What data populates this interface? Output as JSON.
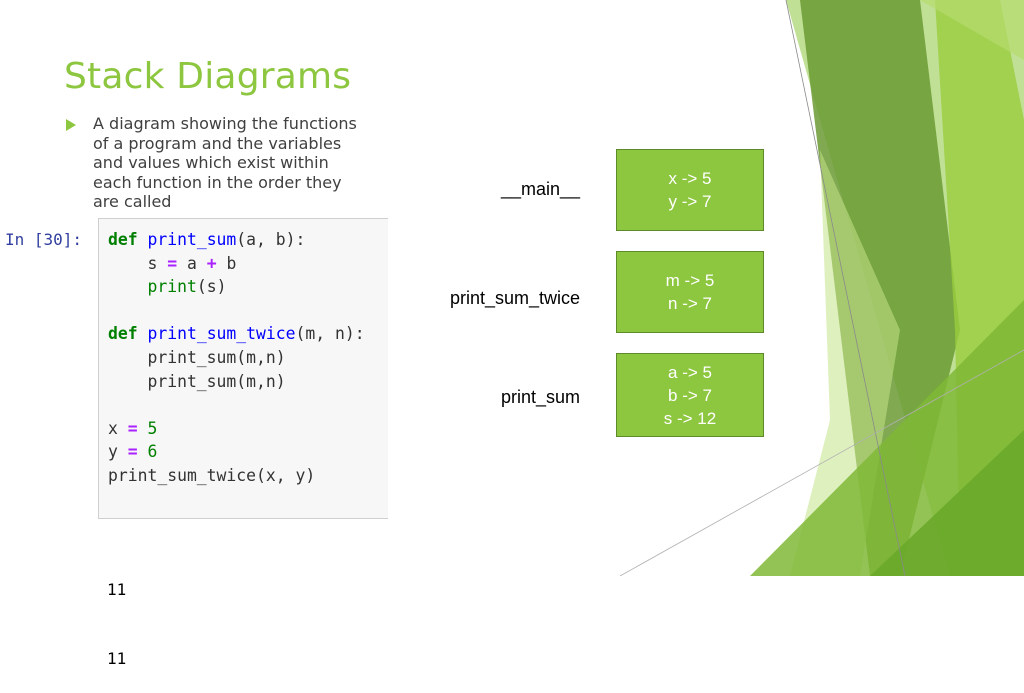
{
  "slide": {
    "title": "Stack Diagrams",
    "bullet": "A diagram showing the functions of a program and the variables and values which exist within each function in the order they are called"
  },
  "notebook": {
    "prompt": "In [30]:",
    "code_lines": [
      "def print_sum(a, b):",
      "    s = a + b",
      "    print(s)",
      "",
      "def print_sum_twice(m, n):",
      "    print_sum(m,n)",
      "    print_sum(m,n)",
      "",
      "x = 5",
      "y = 6",
      "print_sum_twice(x, y)"
    ],
    "output": [
      "11",
      "11"
    ]
  },
  "stack": [
    {
      "frame": "__main__",
      "vars": [
        "x -> 5",
        "y -> 7"
      ]
    },
    {
      "frame": "print_sum_twice",
      "vars": [
        "m -> 5",
        "n -> 7"
      ]
    },
    {
      "frame": "print_sum",
      "vars": [
        "a -> 5",
        "b -> 7",
        "s -> 12"
      ]
    }
  ],
  "colors": {
    "accent_green": "#8dc63f",
    "box_border": "#5f8a2a",
    "prompt_blue": "#303f9f",
    "keyword_green": "#008000",
    "function_blue": "#0000ff",
    "operator_purple": "#aa22ff"
  }
}
